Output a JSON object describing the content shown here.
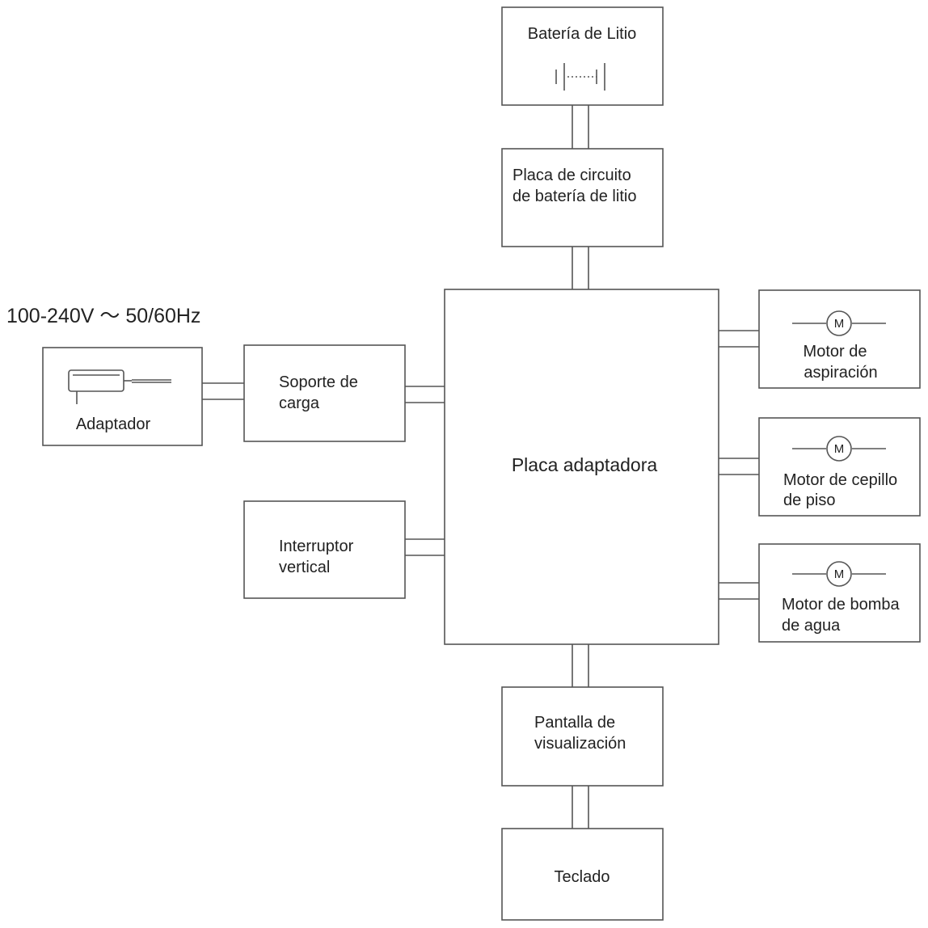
{
  "supply_label": "100-240V ～  50/60Hz",
  "blocks": {
    "battery": {
      "line1": "Batería de Litio"
    },
    "battery_board": {
      "line1": "Placa de circuito",
      "line2": "de batería de litio"
    },
    "adapter_board": {
      "line1": "Placa adaptadora"
    },
    "adapter": {
      "line1": "Adaptador"
    },
    "charging_dock": {
      "line1": "Soporte de",
      "line2": "carga"
    },
    "vertical_switch": {
      "line1": "Interruptor",
      "line2": "vertical"
    },
    "suction_motor": {
      "line1": "Motor de",
      "line2": "aspiración",
      "symbol": "M"
    },
    "brush_motor": {
      "line1": "Motor de cepillo",
      "line2": "de piso",
      "symbol": "M"
    },
    "pump_motor": {
      "line1": "Motor de bomba",
      "line2": "de agua",
      "symbol": "M"
    },
    "display": {
      "line1": "Pantalla de",
      "line2": "visualización"
    },
    "keyboard": {
      "line1": "Teclado"
    }
  },
  "icons": [
    "battery-symbol-icon",
    "power-adapter-icon",
    "motor-symbol-icon"
  ],
  "colors": {
    "line": "#555555",
    "text": "#222222",
    "background": "#ffffff"
  }
}
